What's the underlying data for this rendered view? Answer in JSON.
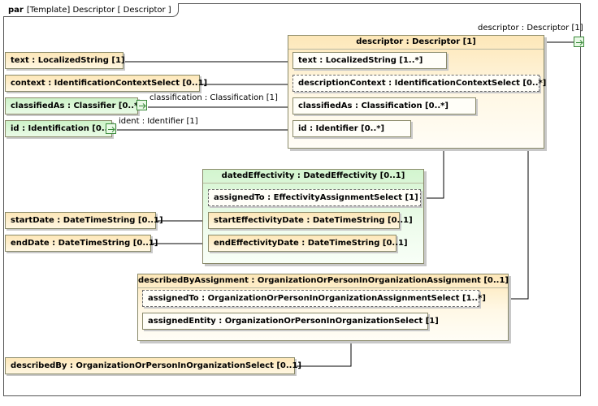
{
  "frame": {
    "keyword": "par",
    "title": "[Template] Descriptor [ Descriptor ]"
  },
  "descriptor_block": {
    "title": "descriptor : Descriptor [1]",
    "parts": [
      "text : LocalizedString [1..*]",
      "descriptionContext : IdentificationContextSelect [0..*]",
      "classifiedAs : Classification [0..*]",
      "id : Identifier [0..*]"
    ]
  },
  "dated_block": {
    "title": "datedEffectivity : DatedEffectivity [0..1]",
    "parts": [
      "assignedTo : EffectivityAssignmentSelect [1]",
      "startEffectivityDate : DateTimeString [0..1]",
      "endEffectivityDate : DateTimeString [0..1]"
    ]
  },
  "described_block": {
    "title": "describedByAssignment : OrganizationOrPersonInOrganizationAssignment [0..1]",
    "parts": [
      "assignedTo : OrganizationOrPersonInOrganizationAssignmentSelect [1..*]",
      "assignedEntity : OrganizationOrPersonInOrganizationSelect [1]"
    ]
  },
  "left_parts": [
    "text : LocalizedString [1]",
    "context : IdentificationContextSelect [0..1]",
    "classifiedAs : Classifier [0..*]",
    "id : Identification [0..1]",
    "startDate : DateTimeString [0..1]",
    "endDate : DateTimeString [0..1]",
    "describedBy : OrganizationOrPersonInOrganizationSelect [0..1]"
  ],
  "port_labels": {
    "descriptor_port": "descriptor : Descriptor [1]",
    "classification_port": "classification : Classification [1]",
    "ident_port": "ident : Identifier [1]"
  },
  "colors": {
    "orange_fill": "#fde7b8",
    "green_fill": "#d3f5cf",
    "port_green": "#3a8a3a"
  }
}
